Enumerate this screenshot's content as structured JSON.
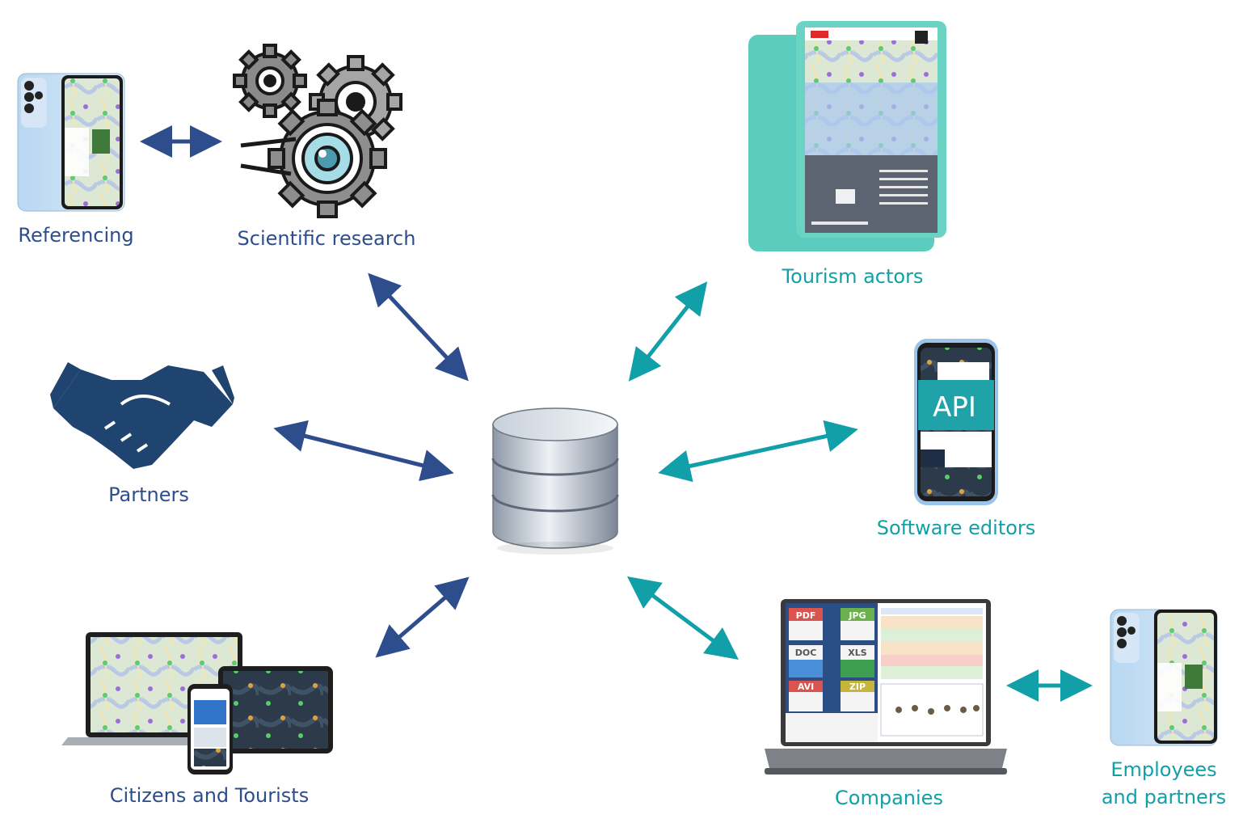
{
  "colors": {
    "blue": "#2E4D8C",
    "teal": "#12A0A8",
    "handshake": "#1F4470",
    "tablet_green": "#5CCCBE"
  },
  "center": {
    "icon": "database-icon"
  },
  "nodes": {
    "referencing": {
      "label": "Referencing",
      "icon": "smartphone-map-icon"
    },
    "scientific_research": {
      "label": "Scientific research",
      "icon": "gears-eye-icon"
    },
    "partners": {
      "label": "Partners",
      "icon": "handshake-icon"
    },
    "citizens_tourists": {
      "label": "Citizens and Tourists",
      "icon": "devices-map-icon"
    },
    "tourism_actors": {
      "label": "Tourism actors",
      "icon": "tablet-map-icon"
    },
    "software_editors": {
      "label": "Software editors",
      "icon": "phone-api-icon",
      "badge": "API"
    },
    "companies": {
      "label": "Companies",
      "icon": "laptop-files-icon",
      "file_types": [
        "PDF",
        "JPG",
        "DOC",
        "XLS",
        "AVI",
        "ZIP"
      ]
    },
    "employees_partners": {
      "label_line1": "Employees",
      "label_line2": "and partners",
      "icon": "smartphone-map-icon"
    }
  }
}
